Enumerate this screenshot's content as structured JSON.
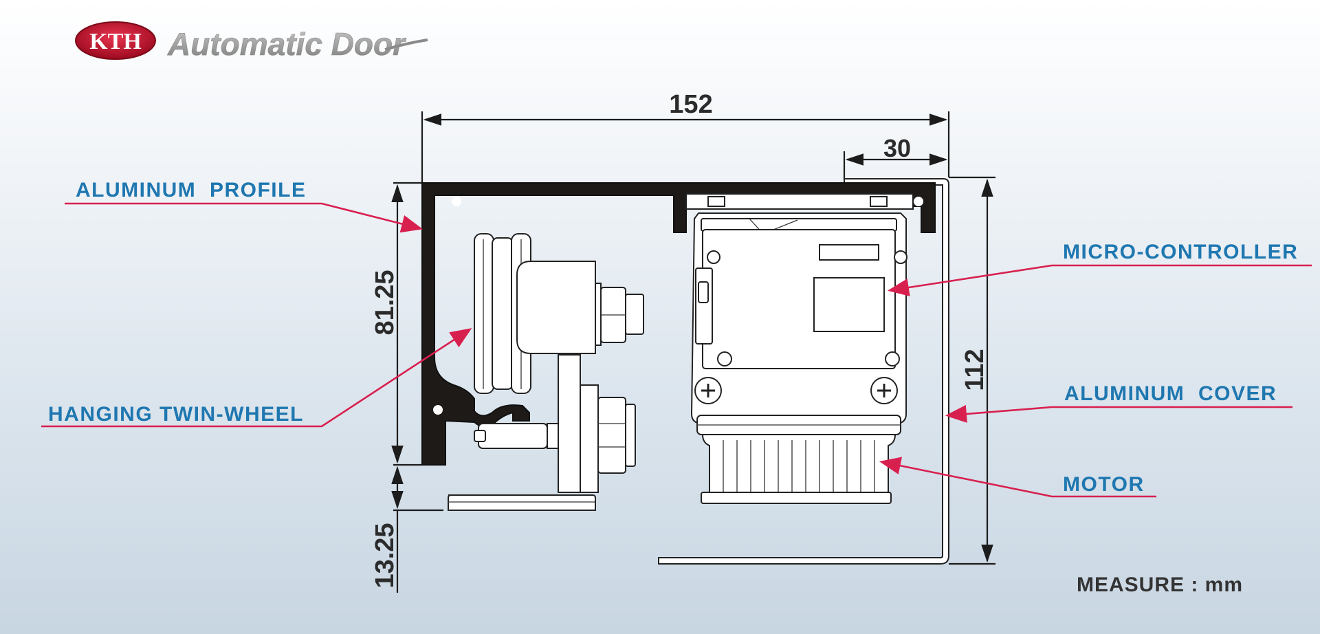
{
  "brand": {
    "logo_text": "KTH",
    "product_name": "Automatic Door",
    "logo_color": "#c8102e",
    "wordmark_color": "#9a9a9a"
  },
  "dimensions": {
    "overall_width": "152",
    "cover_offset": "30",
    "profile_height": "81.25",
    "wheel_drop": "13.25",
    "total_height": "112"
  },
  "callouts": {
    "aluminum_profile": "ALUMINUM  PROFILE",
    "hanging_twin_wheel": "HANGING TWIN-WHEEL",
    "micro_controller": "MICRO-CONTROLLER",
    "aluminum_cover": "ALUMINUM  COVER",
    "motor": "MOTOR"
  },
  "measure_note": "MEASURE : mm",
  "colors": {
    "callout_text": "#1f77b0",
    "leader_line": "#d8204f",
    "profile_fill": "#1e1a18"
  }
}
